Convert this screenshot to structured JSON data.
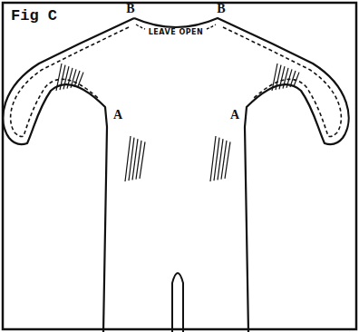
{
  "diagram": {
    "title": "Fig C",
    "labels": [
      "B",
      "B",
      "LEAVE OPEN",
      "A",
      "A"
    ]
  }
}
